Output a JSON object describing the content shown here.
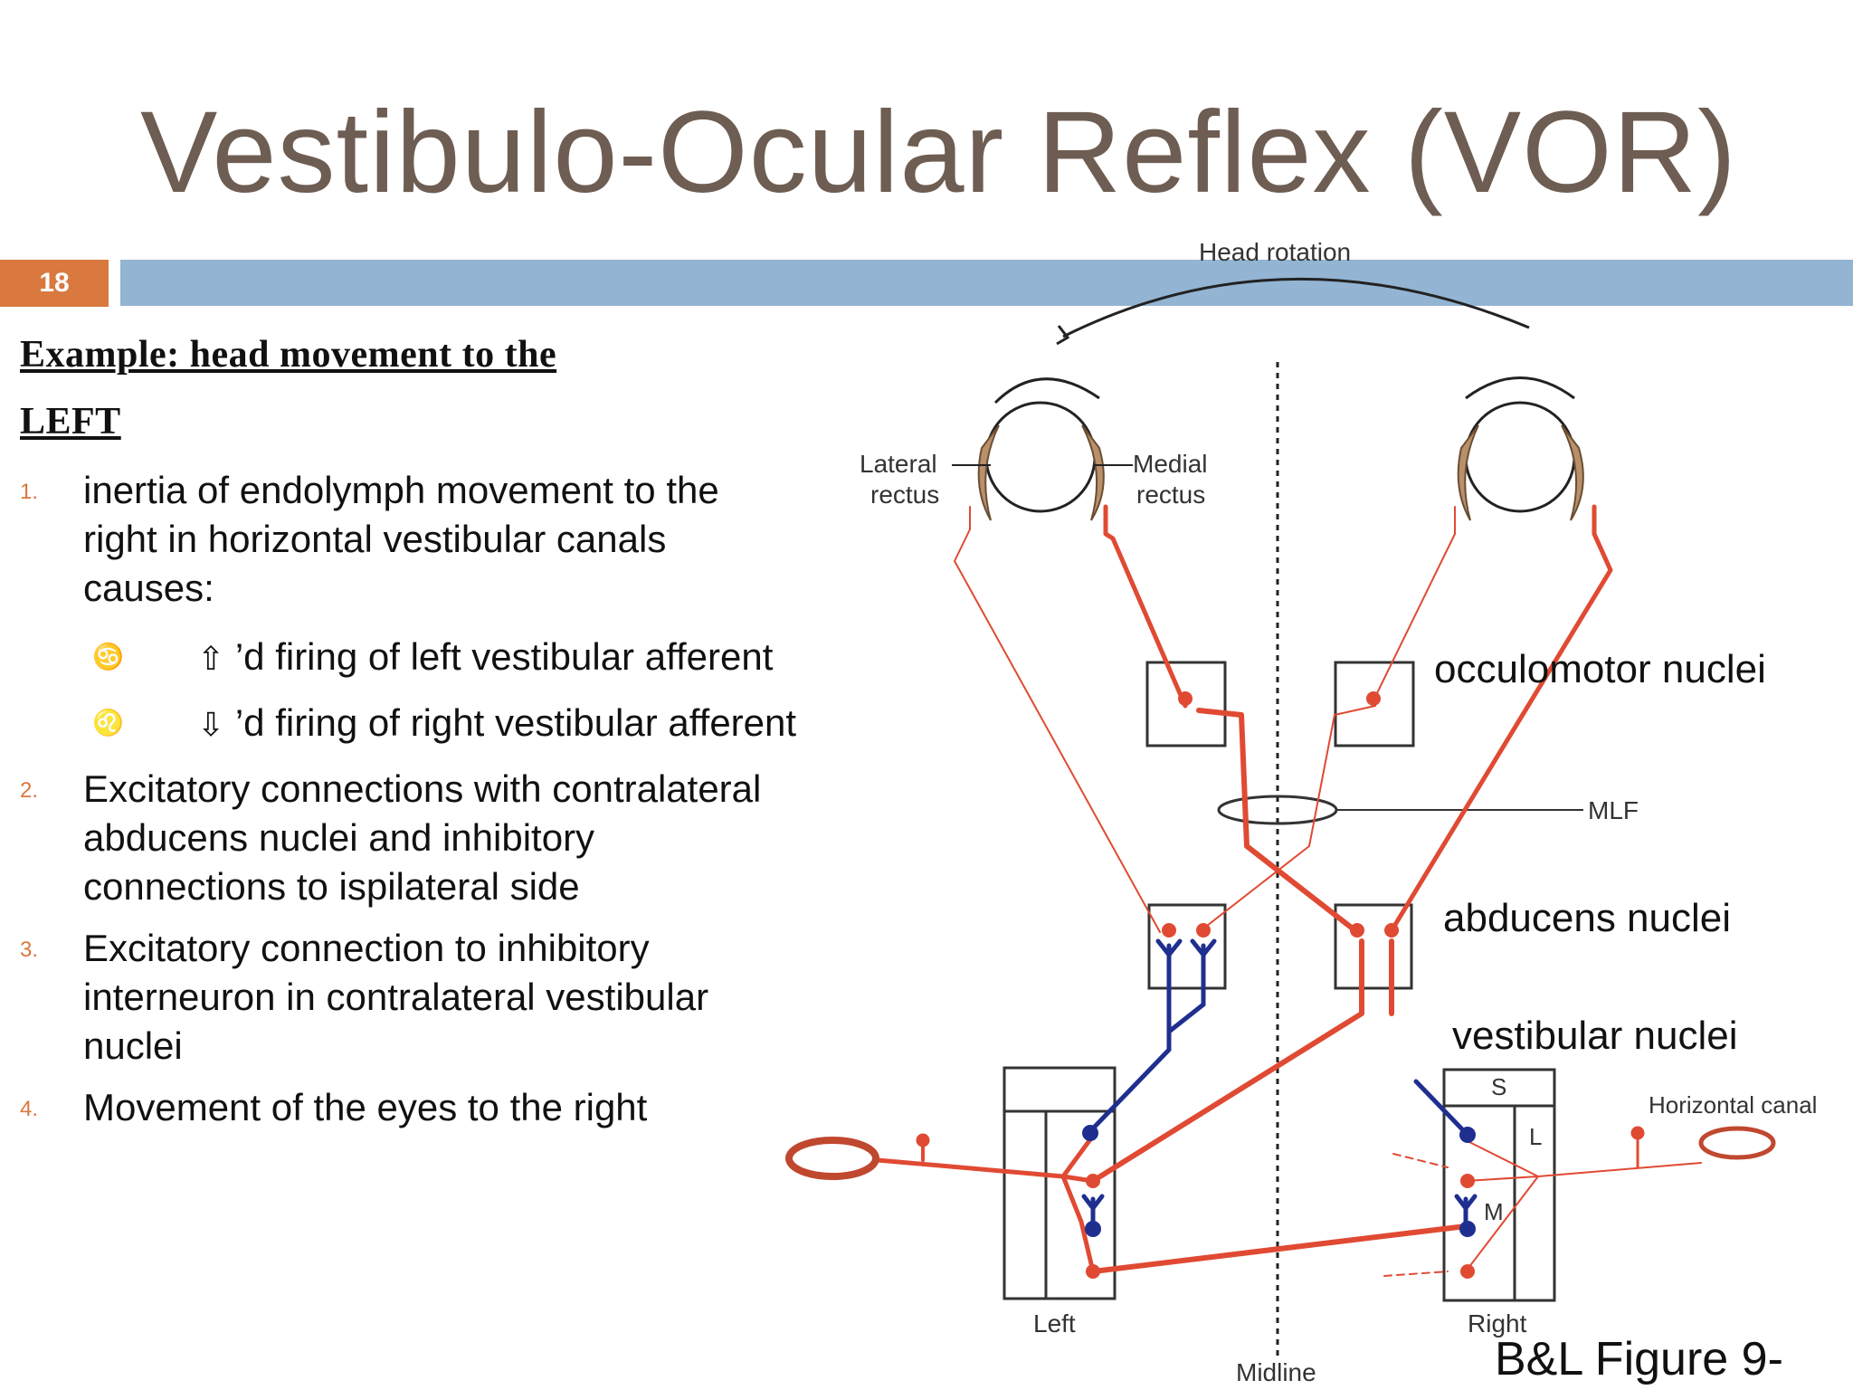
{
  "slide": {
    "title": "Vestibulo-Ocular Reflex (VOR)",
    "number": "18",
    "colors": {
      "title": "#6e5d52",
      "accent": "#d9783f",
      "bar": "#93b4d2",
      "excitatory": "#e04a33",
      "inhibitory": "#1f2f8f"
    }
  },
  "text": {
    "heading_line1": "Example: head movement to the",
    "heading_line2": "LEFT",
    "items": [
      {
        "num": "1.",
        "text": "inertia of endolymph movement to the right in horizontal vestibular canals causes:"
      },
      {
        "num": "2.",
        "text": "Excitatory connections with contralateral abducens nuclei and inhibitory connections to ispilateral side"
      },
      {
        "num": "3.",
        "text": "Excitatory connection to inhibitory interneuron in contralateral vestibular nuclei"
      },
      {
        "num": "4.",
        "text": "Movement of the eyes to the right"
      }
    ],
    "subitems": [
      {
        "bullet": "♋",
        "arrow": "⇧",
        "text": " ’d firing of left vestibular afferent"
      },
      {
        "bullet": "♌",
        "arrow": "⇩",
        "text": " ’d firing of right vestibular afferent"
      }
    ]
  },
  "diagram": {
    "head_rotation": "Head rotation",
    "lateral_rectus": [
      "Lateral",
      "rectus"
    ],
    "medial_rectus": [
      "Medial",
      "rectus"
    ],
    "mlf": "MLF",
    "horizontal_canal": "Horizontal canal",
    "s_label": "S",
    "l_label": "L",
    "m_label": "M",
    "left": "Left",
    "right": "Right",
    "midline": "Midline",
    "occulomotor": "occulomotor nuclei",
    "abducens": "abducens nuclei",
    "vestibular": "vestibular nuclei",
    "figure_ref": "B&L Figure 9-"
  }
}
